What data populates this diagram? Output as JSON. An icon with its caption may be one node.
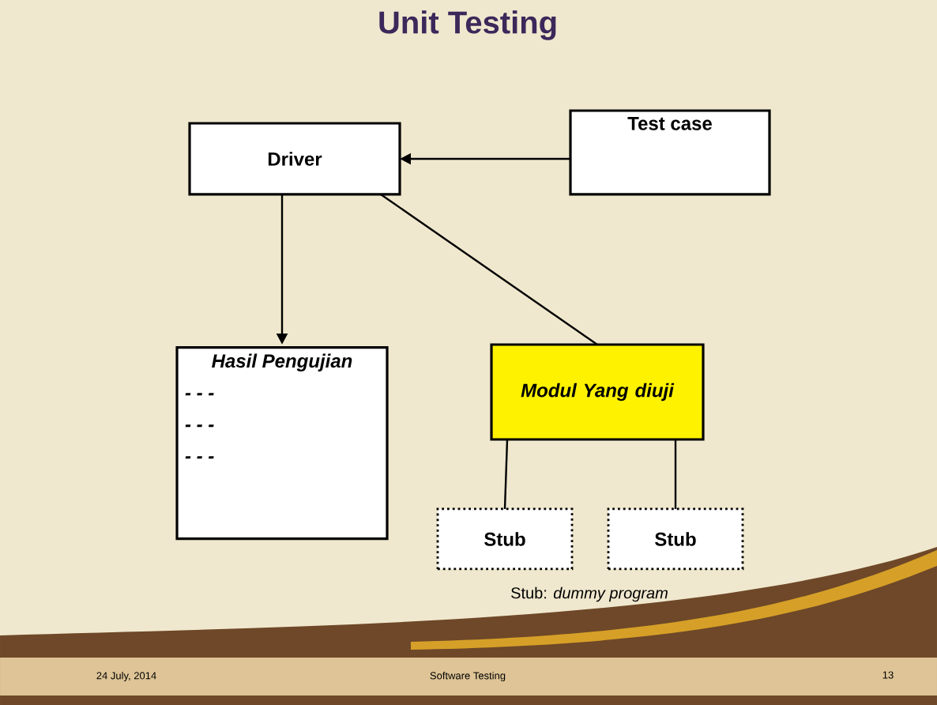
{
  "diagram": {
    "title": "Unit Testing",
    "nodes": [
      {
        "text": [
          "Driver"
        ]
      },
      {
        "text": [
          "Test case"
        ]
      },
      {
        "text": [
          "Hasil Pengujian",
          "- - -",
          "- - -",
          "- - -"
        ]
      },
      {
        "text": [
          "Modul Yang diuji"
        ]
      },
      {
        "text": [
          "Stub"
        ]
      },
      {
        "text": [
          "Stub"
        ]
      }
    ],
    "edges": [
      {
        "from": 1,
        "to": 0,
        "arrow": "to"
      },
      {
        "from": 0,
        "to": 2,
        "arrow": "to"
      },
      {
        "from": 0,
        "to": 3,
        "arrow": "none"
      },
      {
        "from": 3,
        "to": 4,
        "arrow": "none"
      },
      {
        "from": 3,
        "to": 5,
        "arrow": "none"
      }
    ],
    "labels": [
      "Stub: *dummy program*",
      "24 July, 2014",
      "Software Testing",
      "13"
    ]
  }
}
